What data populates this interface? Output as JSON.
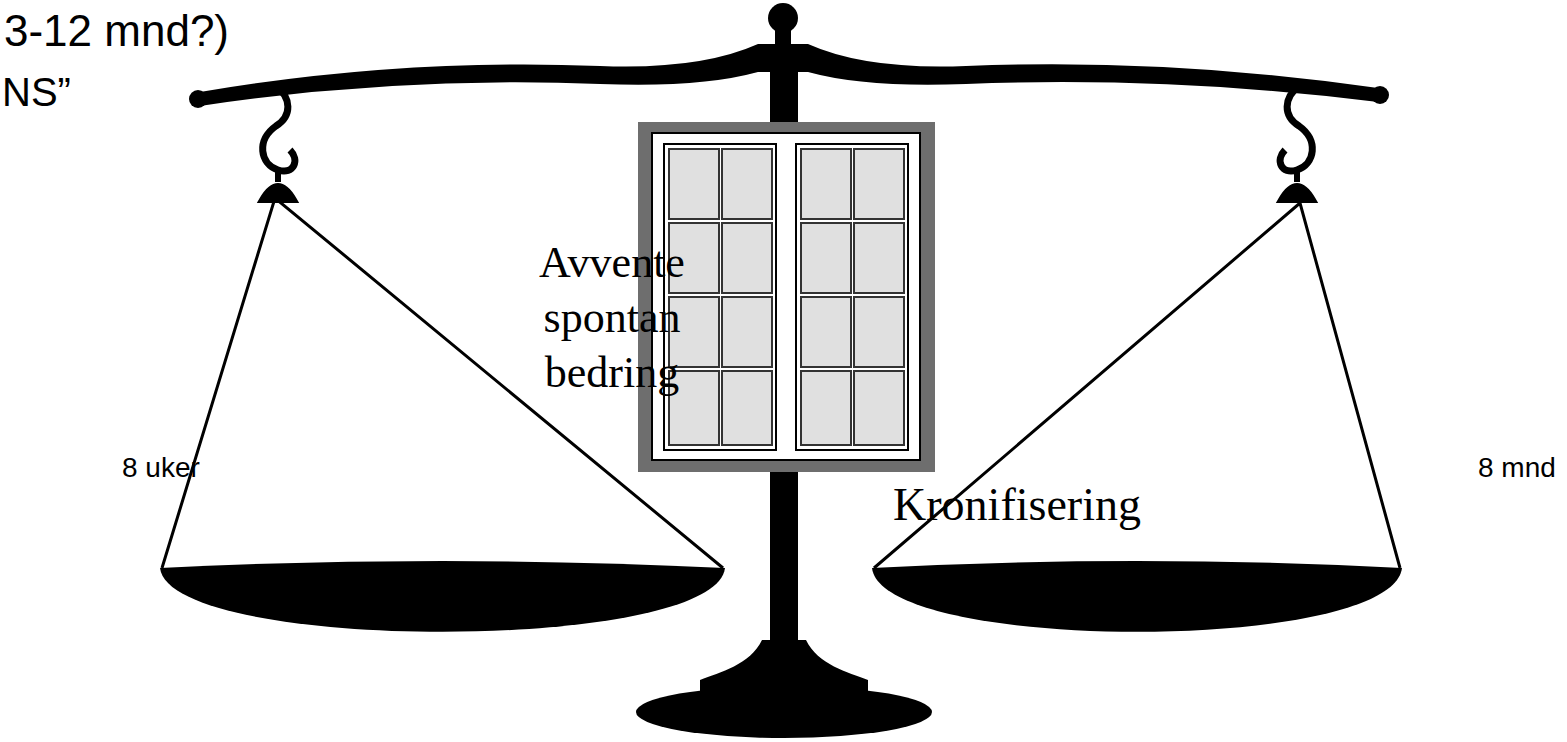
{
  "diagram": {
    "nodes": [
      {
        "text": [
          "Avvente spontan bedring"
        ]
      },
      {
        "text": [
          "Kronifisering"
        ]
      }
    ],
    "edges": [],
    "labels": [
      "3-12 mnd?)",
      "NS”",
      "8 uker",
      "8 mnd"
    ]
  }
}
